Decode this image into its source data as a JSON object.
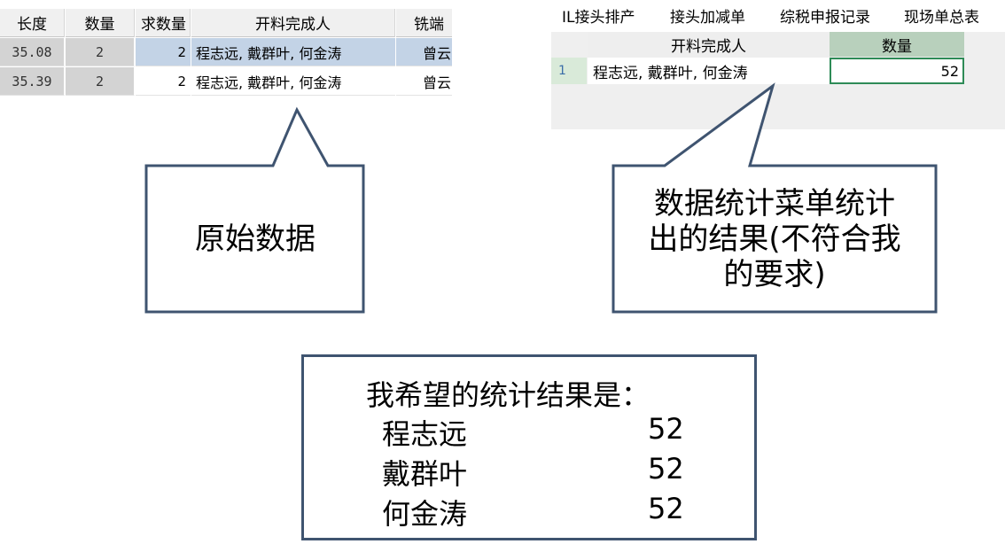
{
  "original_table": {
    "headers": {
      "length": "长度",
      "quantity": "数量",
      "total_quantity": "求数量",
      "completed_by": "开料完成人",
      "milling": "铣端"
    },
    "rows": [
      {
        "length": "35.08",
        "quantity": "2",
        "total_quantity": "2",
        "completed_by": "程志远, 戴群叶, 何金涛",
        "milling": "曾云"
      },
      {
        "length": "35.39",
        "quantity": "2",
        "total_quantity": "2",
        "completed_by": "程志远, 戴群叶, 何金涛",
        "milling": "曾云"
      }
    ]
  },
  "menu": {
    "items": [
      "IL接头排产",
      "接头加减单",
      "综税申报记录",
      "现场单总表"
    ]
  },
  "stat_table": {
    "headers": {
      "completed_by": "开料完成人",
      "quantity": "数量"
    },
    "rows": [
      {
        "row_number": "1",
        "completed_by": "程志远, 戴群叶, 何金涛",
        "quantity": "52"
      }
    ]
  },
  "callouts": {
    "original": "原始数据",
    "menu_result": "数据统计菜单统计出的结果(不符合我的要求)",
    "menu_result_lines": [
      "数据统计菜单统计",
      "出的结果(不符合我",
      "的要求)"
    ]
  },
  "desired_result": {
    "title": "我希望的统计结果是：",
    "rows": [
      {
        "name": "程志远",
        "value": "52"
      },
      {
        "name": "戴群叶",
        "value": "52"
      },
      {
        "name": "何金涛",
        "value": "52"
      }
    ]
  },
  "colors": {
    "selected_row": "#c3d3e6",
    "callout_border": "#3f5470",
    "active_cell_border": "#2e8b57",
    "stat_header": "#b8d0bc"
  }
}
